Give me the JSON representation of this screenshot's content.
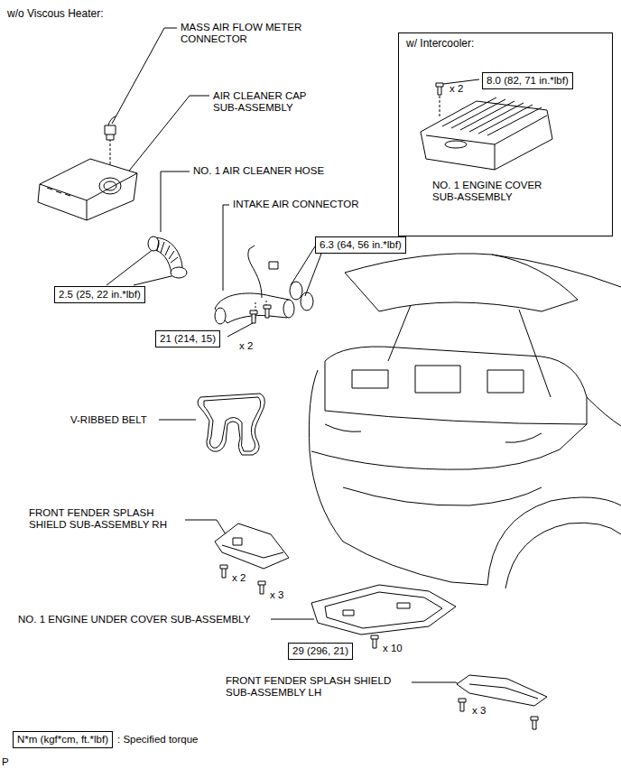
{
  "diagram": {
    "nodes": [
      {
        "text": [
          "w/ Intercooler:",
          "NO. 1 ENGINE COVER SUB-ASSEMBLY",
          "x 2"
        ]
      },
      {
        "text": [
          "8.0 (82, 71 in.*lbf)"
        ],
        "in": 0
      },
      {
        "text": [
          "6.3 (64, 56 in.*lbf)"
        ]
      },
      {
        "text": [
          "2.5 (25, 22 in.*lbf)"
        ]
      },
      {
        "text": [
          "21 (214, 15)"
        ]
      },
      {
        "text": [
          "29 (296, 21)"
        ]
      },
      {
        "text": [
          "N*m (kgf*cm, ft.*lbf)"
        ]
      }
    ],
    "labels": [
      "w/o Viscous Heater:",
      "MASS AIR FLOW METER CONNECTOR",
      "AIR CLEANER CAP SUB-ASSEMBLY",
      "NO. 1 AIR CLEANER HOSE",
      "INTAKE AIR CONNECTOR",
      "x 2",
      "V-RIBBED BELT",
      "FRONT FENDER SPLASH SHIELD SUB-ASSEMBLY RH",
      "x 2",
      "x 3",
      "NO. 1 ENGINE UNDER COVER SUB-ASSEMBLY",
      "x 10",
      "FRONT FENDER SPLASH SHIELD SUB-ASSEMBLY LH",
      "x 3",
      ": Specified torque",
      "P"
    ]
  }
}
